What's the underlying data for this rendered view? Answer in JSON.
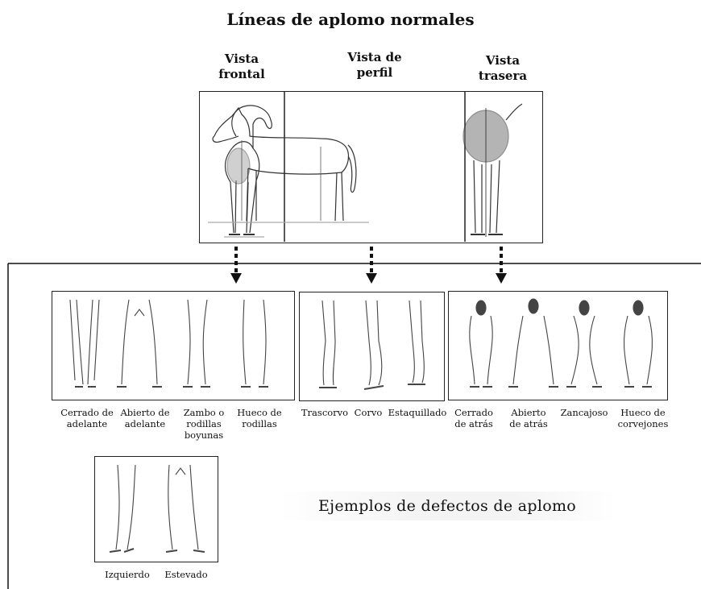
{
  "title": "Líneas de aplomo normales",
  "views": [
    {
      "id": "frontal",
      "label": "Vista\nfrontal"
    },
    {
      "id": "perfil",
      "label": "Vista de\nperfil"
    },
    {
      "id": "trasera",
      "label": "Vista\ntrasera"
    }
  ],
  "groups": {
    "front": [
      "Cerrado de\nadelante",
      "Abierto de\nadelante",
      "Zambo o\nrodillas\nboyunas",
      "Hueco de\nrodillas"
    ],
    "profile": [
      "Trascorvo",
      "Corvo",
      "Estaquillado"
    ],
    "rear": [
      "Cerrado\nde atrás",
      "Abierto\nde atrás",
      "Zancajoso",
      "Hueco de\ncorvejones"
    ],
    "extra": [
      "Izquierdo",
      "Estevado"
    ]
  },
  "note": "Ejemplos de defectos de aplomo"
}
